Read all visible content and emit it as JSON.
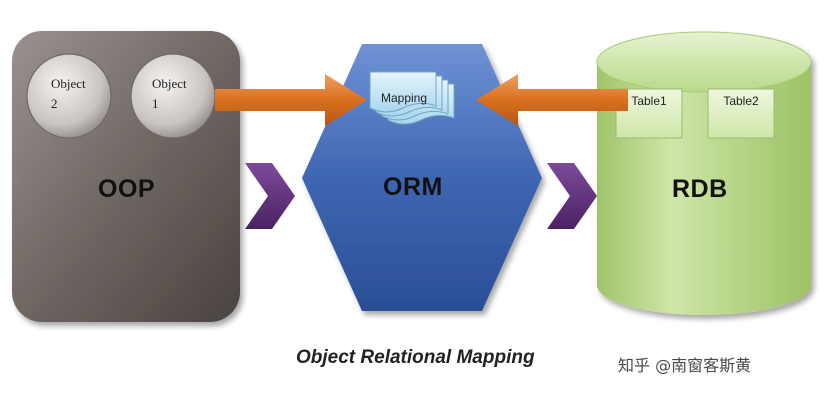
{
  "nodes": {
    "oop": {
      "label": "OOP"
    },
    "orm": {
      "label": "ORM"
    },
    "rdb": {
      "label": "RDB"
    }
  },
  "objects": [
    {
      "line1": "Object",
      "line2": "2"
    },
    {
      "line1": "Object",
      "line2": "1"
    }
  ],
  "mapping": {
    "label": "Mapping"
  },
  "tables": [
    {
      "label": "Table1"
    },
    {
      "label": "Table2"
    }
  ],
  "caption": "Object Relational  Mapping",
  "watermark": "知乎 @南窗客斯黄",
  "colors": {
    "oop": "#7a726e",
    "orm": "#3c62ad",
    "rdb": "#b6d584",
    "arrow_orange": "#d8711f",
    "chevron_purple": "#5a2f74"
  }
}
